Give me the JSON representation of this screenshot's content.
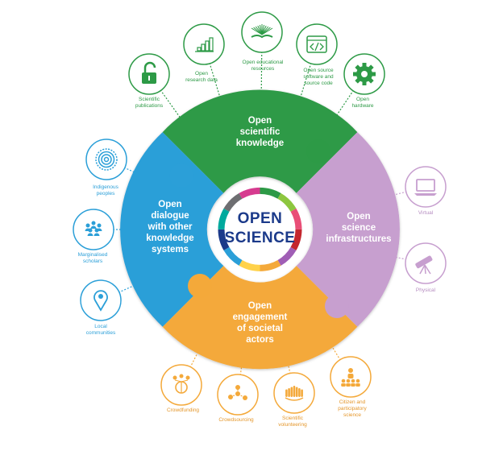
{
  "center": {
    "line1": "OPEN",
    "line2": "SCIENCE"
  },
  "quadrants": {
    "knowledge": {
      "label": "Open\nscientific\nknowledge",
      "color": "#2d9a46"
    },
    "infrastructures": {
      "label": "Open\nscience\ninfrastructures",
      "color": "#c79fcf"
    },
    "engagement": {
      "label": "Open\nengagement\nof societal\nactors",
      "color": "#f4a93a"
    },
    "dialogue": {
      "label": "Open\ndialogue\nwith other\nknowledge\nsystems",
      "color": "#2b9fd8"
    }
  },
  "items": {
    "scientific_publications": {
      "label": "Scientific\npublications",
      "icon": "unlock-icon"
    },
    "open_research_data": {
      "label": "Open\nresearch data",
      "icon": "bar-chart-icon"
    },
    "open_educational_resources": {
      "label": "Open educational\nresources",
      "icon": "open-book-icon"
    },
    "open_source_software": {
      "label": "Open source\nsoftware and\nsource code",
      "icon": "code-window-icon"
    },
    "open_hardware": {
      "label": "Open\nhardware",
      "icon": "gear-icon"
    },
    "virtual": {
      "label": "Virtual",
      "icon": "laptop-icon"
    },
    "physical": {
      "label": "Physical",
      "icon": "telescope-icon"
    },
    "indigenous_peoples": {
      "label": "Indigenous\npeoples",
      "icon": "pattern-circle-icon"
    },
    "marginalised_scholars": {
      "label": "Marginalised\nscholars",
      "icon": "people-group-icon"
    },
    "local_communities": {
      "label": "Local\ncommunities",
      "icon": "location-pin-icon"
    },
    "crowdfunding": {
      "label": "Crowdfunding",
      "icon": "money-network-icon"
    },
    "crowdsourcing": {
      "label": "Crowdsourcing",
      "icon": "network-nodes-icon"
    },
    "scientific_volunteering": {
      "label": "Scientific\nvolunteering",
      "icon": "raised-hands-icon"
    },
    "citizen_science": {
      "label": "Citizen and\nparticipatory\nscience",
      "icon": "presenter-audience-icon"
    }
  }
}
